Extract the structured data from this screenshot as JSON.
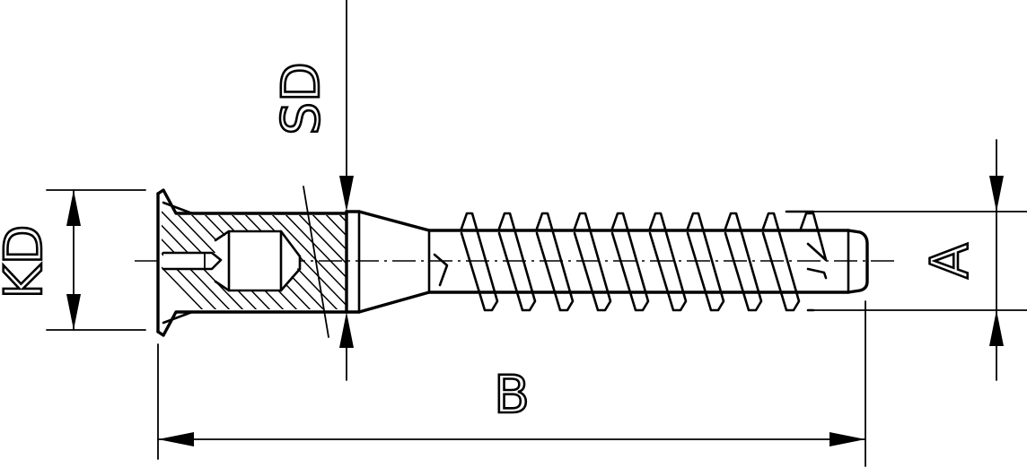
{
  "labels": {
    "shank_diameter": "SD",
    "head_diameter": "KD",
    "thread_diameter": "A",
    "total_length": "B"
  }
}
